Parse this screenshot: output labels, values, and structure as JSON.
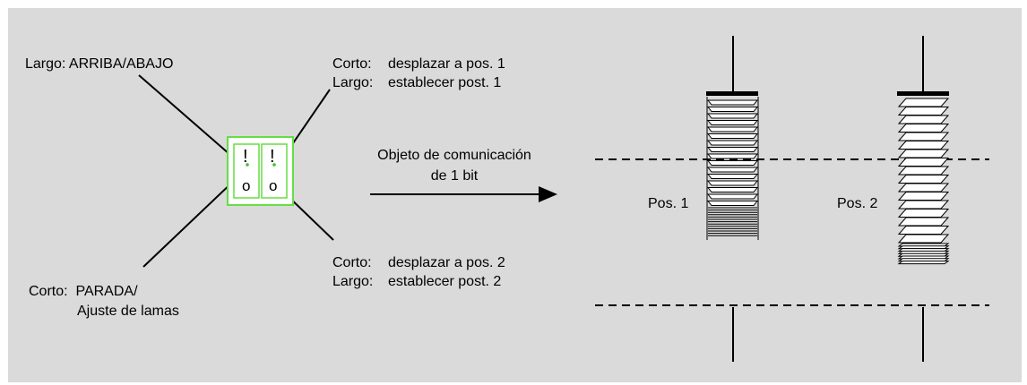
{
  "labels": {
    "long_updown": "Largo: ARRIBA/ABAJO",
    "short_pos1_key": "Corto:",
    "short_pos1_val": "desplazar a pos. 1",
    "long_pos1_key": "Largo:",
    "long_pos1_val": "establecer post. 1",
    "short_pos2_key": "Corto:",
    "short_pos2_val": "desplazar a pos. 2",
    "long_pos2_key": "Largo:",
    "long_pos2_val": "establecer post. 2",
    "stop_line1": "Corto:  PARADA/",
    "stop_line2": "Ajuste de lamas",
    "comm_line1": "Objeto de comunicación",
    "comm_line2": "de 1 bit",
    "pos1": "Pos. 1",
    "pos2": "Pos. 2"
  },
  "switch": {
    "rocker_top_symbol": "!",
    "rocker_bottom_symbol": "o",
    "frame_color": "#66dd44",
    "led_color": "#44bb33"
  }
}
